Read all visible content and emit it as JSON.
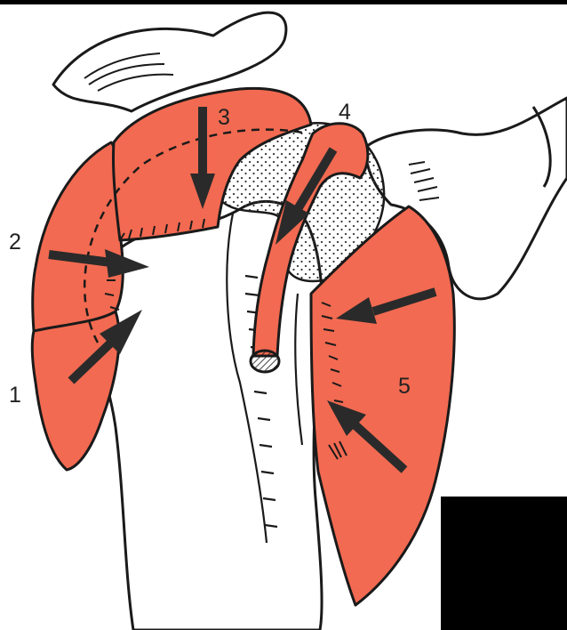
{
  "figure": {
    "labels": [
      "1",
      "2",
      "3",
      "4",
      "5"
    ],
    "colors": {
      "muscle": "#f26a51",
      "outline": "#1a1a1a",
      "bone": "#ffffff",
      "arrow": "#2a2a2a",
      "cartilage_dots": "#333333",
      "mask_block": "#000000"
    },
    "icons": [
      "arrow-icon"
    ]
  }
}
